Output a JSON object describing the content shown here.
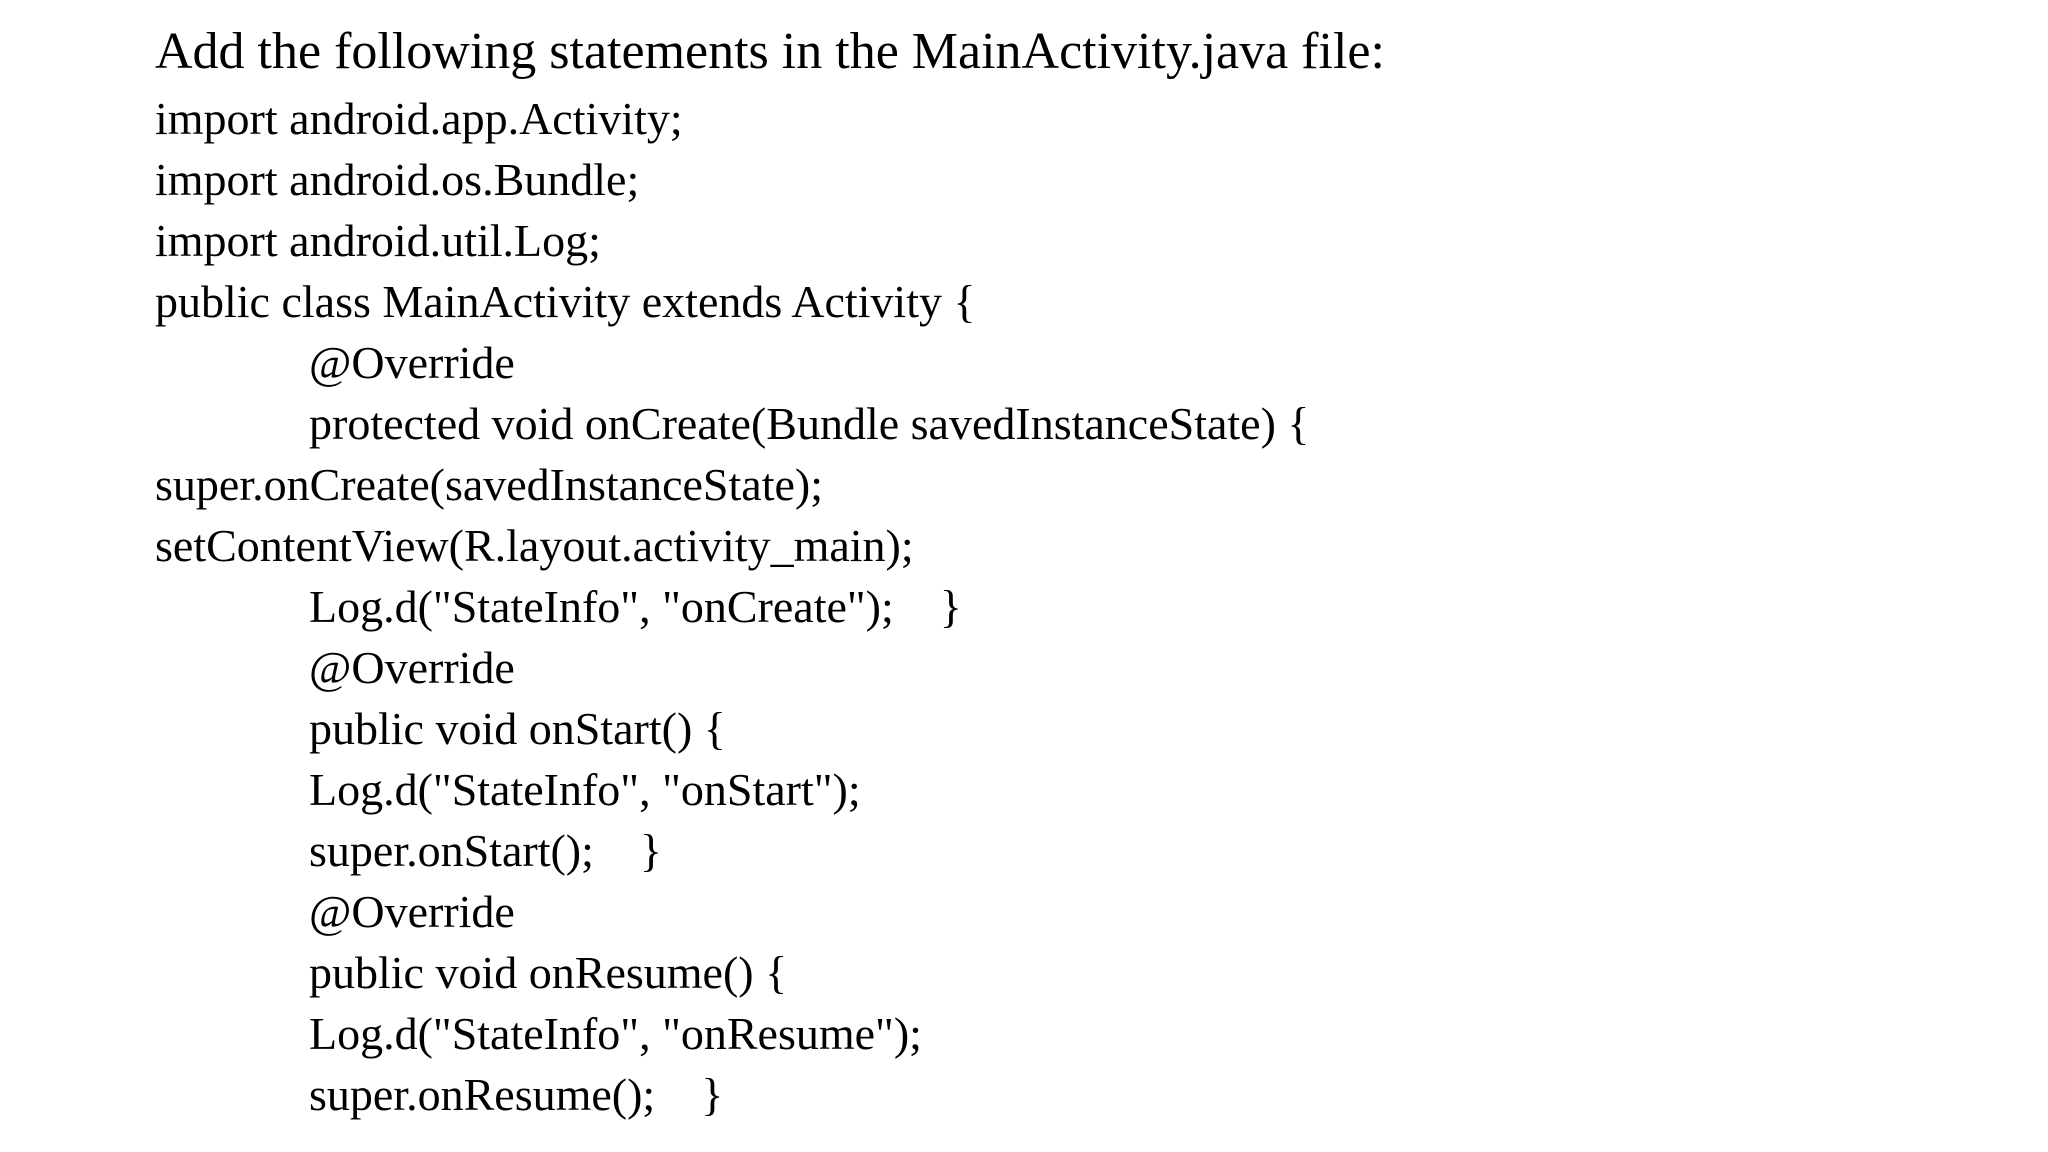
{
  "page": {
    "background_color": "#ffffff",
    "text_color": "#000000",
    "title": "Add the following statements in the MainActivity.java file:",
    "code_lines": [
      {
        "indent": 0,
        "text": "import android.app.Activity;"
      },
      {
        "indent": 0,
        "text": "import android.os.Bundle;"
      },
      {
        "indent": 0,
        "text": "import android.util.Log;"
      },
      {
        "indent": 0,
        "text": "public class MainActivity extends Activity {"
      },
      {
        "indent": 1,
        "text": "@Override"
      },
      {
        "indent": 1,
        "text": "protected void onCreate(Bundle savedInstanceState) {"
      },
      {
        "indent": 0,
        "text": "super.onCreate(savedInstanceState);"
      },
      {
        "indent": 0,
        "text": "setContentView(R.layout.activity_main);"
      },
      {
        "indent": 1,
        "text": "Log.d(\"StateInfo\", \"onCreate\");    }"
      },
      {
        "indent": 1,
        "text": "@Override"
      },
      {
        "indent": 1,
        "text": "public void onStart() {"
      },
      {
        "indent": 1,
        "text": "Log.d(\"StateInfo\", \"onStart\");"
      },
      {
        "indent": 1,
        "text": "super.onStart();    }"
      },
      {
        "indent": 1,
        "text": "@Override"
      },
      {
        "indent": 1,
        "text": "public void onResume() {"
      },
      {
        "indent": 1,
        "text": "Log.d(\"StateInfo\", \"onResume\");"
      },
      {
        "indent": 1,
        "text": "super.onResume();    }"
      }
    ]
  }
}
